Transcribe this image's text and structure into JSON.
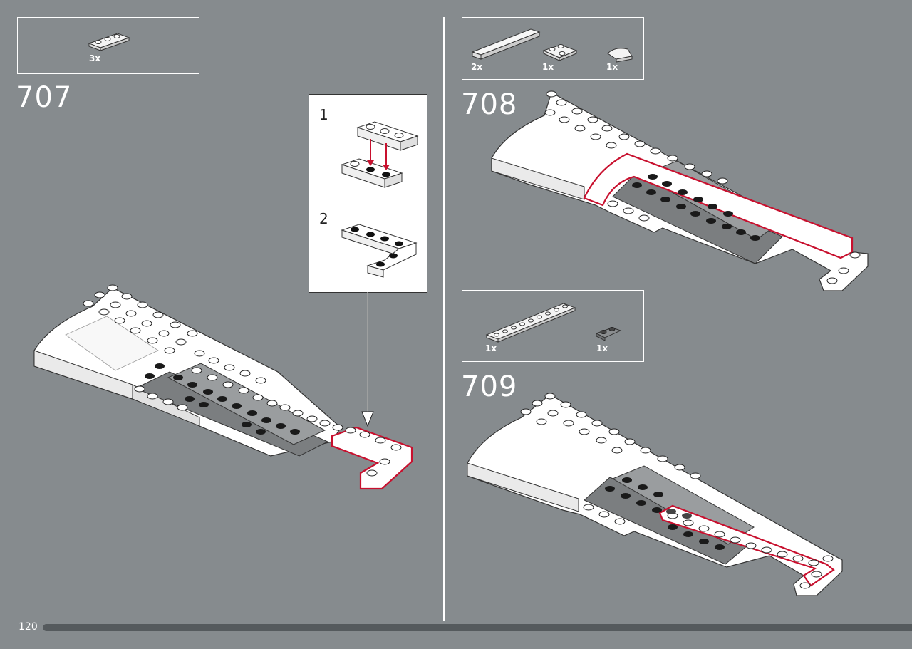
{
  "page": {
    "number": "120"
  },
  "steps": [
    {
      "number": "707",
      "parts": [
        {
          "qty": "3x",
          "part": "plate-1x3-white"
        }
      ]
    },
    {
      "number": "708",
      "parts": [
        {
          "qty": "2x",
          "part": "plate-1x6-white"
        },
        {
          "qty": "1x",
          "part": "plate-2x2-corner-white"
        },
        {
          "qty": "1x",
          "part": "curved-slope-white"
        }
      ]
    },
    {
      "number": "709",
      "parts": [
        {
          "qty": "1x",
          "part": "plate-1x8-white"
        },
        {
          "qty": "1x",
          "part": "plate-1x2-grey"
        }
      ]
    }
  ],
  "substeps": [
    {
      "number": "1"
    },
    {
      "number": "2"
    }
  ],
  "colors": {
    "background": "#868b8e",
    "highlight": "#c8102e",
    "divider": "#ffffff",
    "bar": "#555a5d"
  }
}
